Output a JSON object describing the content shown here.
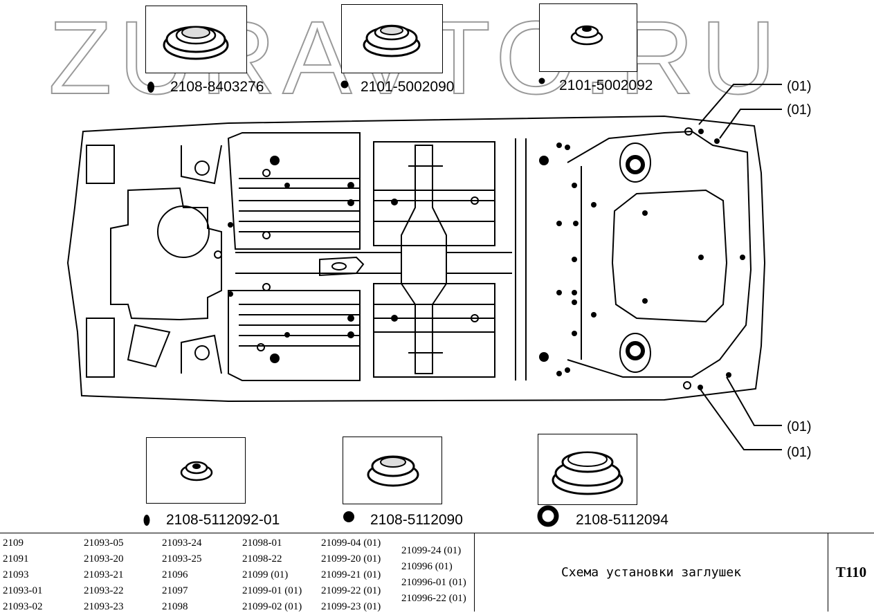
{
  "watermark": "ZURAVTO.RU",
  "parts_top": [
    {
      "label": "2108-8403276",
      "marker": "oval-filled-icon"
    },
    {
      "label": "2101-5002090",
      "marker": "dot-filled-icon"
    },
    {
      "label": "2101-5002092",
      "marker": "dot-small-icon"
    }
  ],
  "parts_bottom": [
    {
      "label": "2108-5112092-01",
      "marker": "oval-filled-icon"
    },
    {
      "label": "2108-5112090",
      "marker": "dot-filled-icon"
    },
    {
      "label": "2108-5112094",
      "marker": "ring-icon"
    }
  ],
  "refs": [
    "(01)",
    "(01)",
    "(01)",
    "(01)"
  ],
  "models": {
    "col1": [
      "2109",
      "21091",
      "21093",
      "21093-01",
      "21093-02"
    ],
    "col2": [
      "21093-05",
      "21093-20",
      "21093-21",
      "21093-22",
      "21093-23"
    ],
    "col3": [
      "21093-24",
      "21093-25",
      "21096",
      "21097",
      "21098"
    ],
    "col4": [
      "21098-01",
      "21098-22",
      "21099 (01)",
      "21099-01 (01)",
      "21099-02 (01)"
    ],
    "col5": [
      "21099-04 (01)",
      "21099-20 (01)",
      "21099-21 (01)",
      "21099-22 (01)",
      "21099-23 (01)"
    ],
    "col6": [
      "21099-24 (01)",
      "210996 (01)",
      "210996-01 (01)",
      "210996-22 (01)"
    ]
  },
  "footer": {
    "title": "Схема установки заглушек",
    "sheet": "T110"
  }
}
